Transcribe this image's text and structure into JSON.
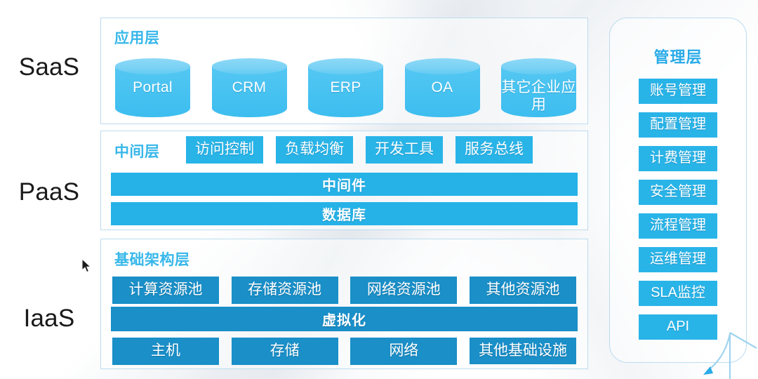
{
  "service_models": [
    {
      "label": "SaaS"
    },
    {
      "label": "PaaS"
    },
    {
      "label": "IaaS"
    }
  ],
  "layers": {
    "saas": {
      "title": "应用层",
      "cylinders": [
        {
          "label": "Portal"
        },
        {
          "label": "CRM"
        },
        {
          "label": "ERP"
        },
        {
          "label": "OA"
        },
        {
          "label": "其它企业应用"
        }
      ]
    },
    "paas": {
      "title": "中间层",
      "chips": [
        {
          "label": "访问控制"
        },
        {
          "label": "负载均衡"
        },
        {
          "label": "开发工具"
        },
        {
          "label": "服务总线"
        }
      ],
      "bars": [
        {
          "label": "中间件"
        },
        {
          "label": "数据库"
        }
      ]
    },
    "iaas": {
      "title": "基础架构层",
      "pools": [
        {
          "label": "计算资源池"
        },
        {
          "label": "存储资源池"
        },
        {
          "label": "网络资源池"
        },
        {
          "label": "其他资源池"
        }
      ],
      "bar": {
        "label": "虚拟化"
      },
      "hardware": [
        {
          "label": "主机"
        },
        {
          "label": "存储"
        },
        {
          "label": "网络"
        },
        {
          "label": "其他基础设施"
        }
      ]
    }
  },
  "management_panel": {
    "title": "管理层",
    "items": [
      {
        "label": "账号管理"
      },
      {
        "label": "配置管理"
      },
      {
        "label": "计费管理"
      },
      {
        "label": "安全管理"
      },
      {
        "label": "流程管理"
      },
      {
        "label": "运维管理"
      },
      {
        "label": "SLA监控"
      },
      {
        "label": "API"
      }
    ]
  },
  "colors": {
    "saas_cylinder": "#46c2f1",
    "saas_cylinder_top": "#7ad2f5",
    "paas_blue": "#29b4e8",
    "iaas_blue": "#1a8fc8",
    "panel_border": "#bcdcef",
    "title_blue": "#37b7ea",
    "mgmt_title_blue": "#2aabe8",
    "label_text": "#1a1a1a"
  }
}
